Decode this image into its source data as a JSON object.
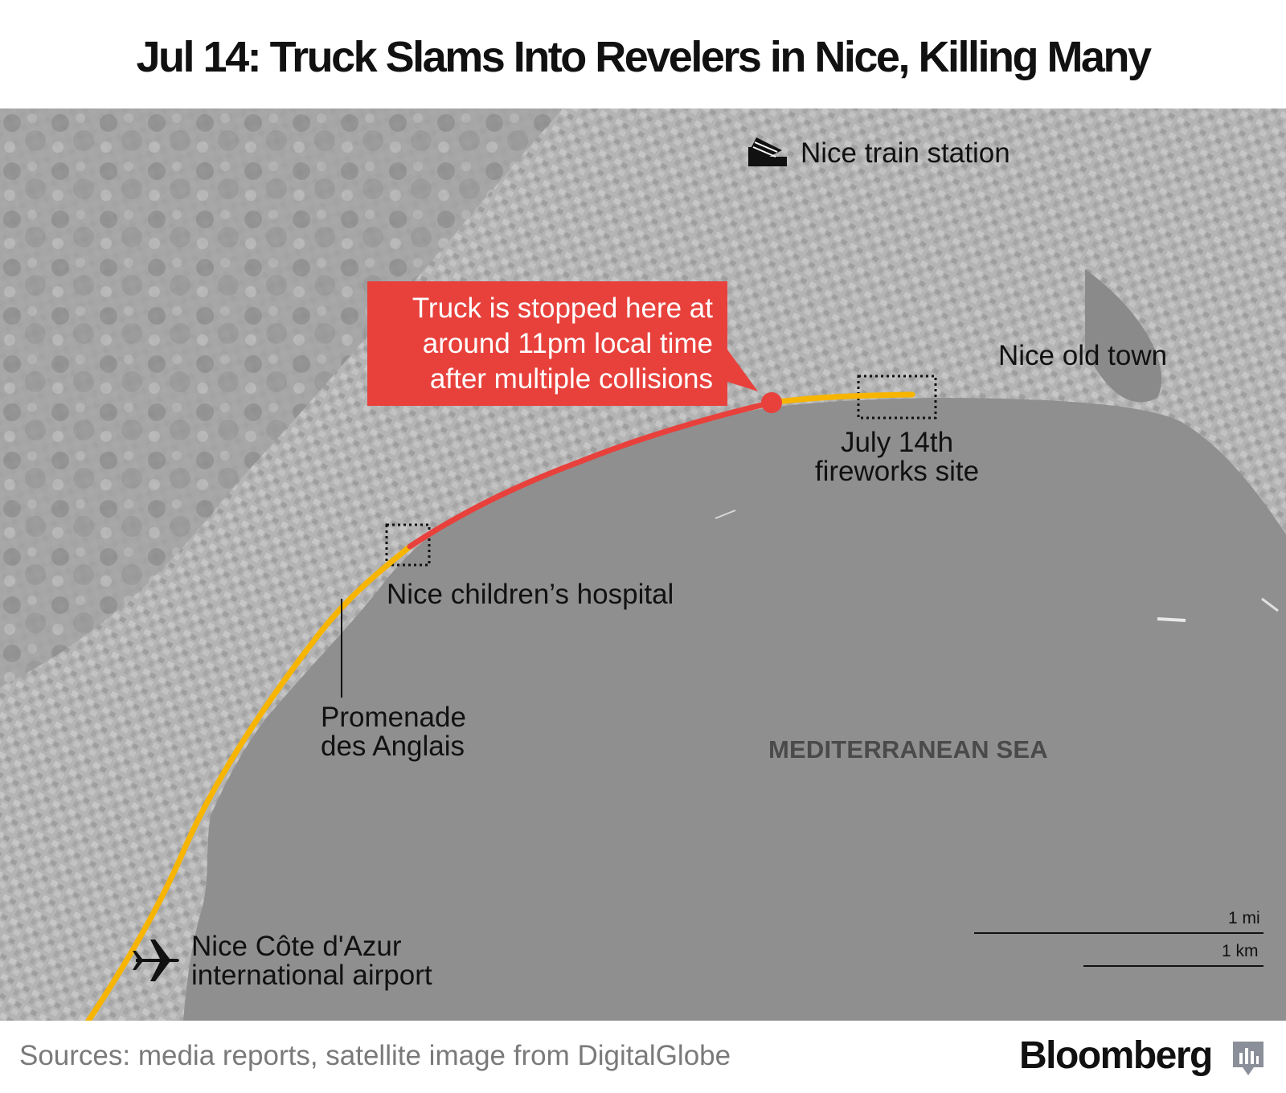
{
  "title": "Jul 14: Truck Slams Into Revelers in Nice, Killing Many",
  "callout": {
    "lines": [
      "Truck is stopped here at",
      "around 11pm local time",
      "after multiple collisions"
    ]
  },
  "labels": {
    "train_station": "Nice train station",
    "old_town": "Nice old town",
    "fireworks": [
      "July 14th",
      "fireworks site"
    ],
    "hospital": "Nice children’s hospital",
    "promenade": [
      "Promenade",
      "des Anglais"
    ],
    "sea": "MEDITERRANEAN SEA",
    "airport": [
      "Nice Côte d'Azur",
      "international airport"
    ]
  },
  "scale": {
    "mi": "1 mi",
    "km": "1 km"
  },
  "footer": {
    "sources": "Sources: media reports, satellite image from DigitalGlobe",
    "logo": "Bloomberg"
  },
  "colors": {
    "route_yellow": "#f7b500",
    "route_red": "#e8413c",
    "callout_bg": "#e8413c",
    "sea": "#8f8f8f",
    "land": "#b2b2b2"
  },
  "icons": {
    "train": "train-icon",
    "airport": "airplane-icon",
    "logo": "bloomberg-chart-icon"
  }
}
